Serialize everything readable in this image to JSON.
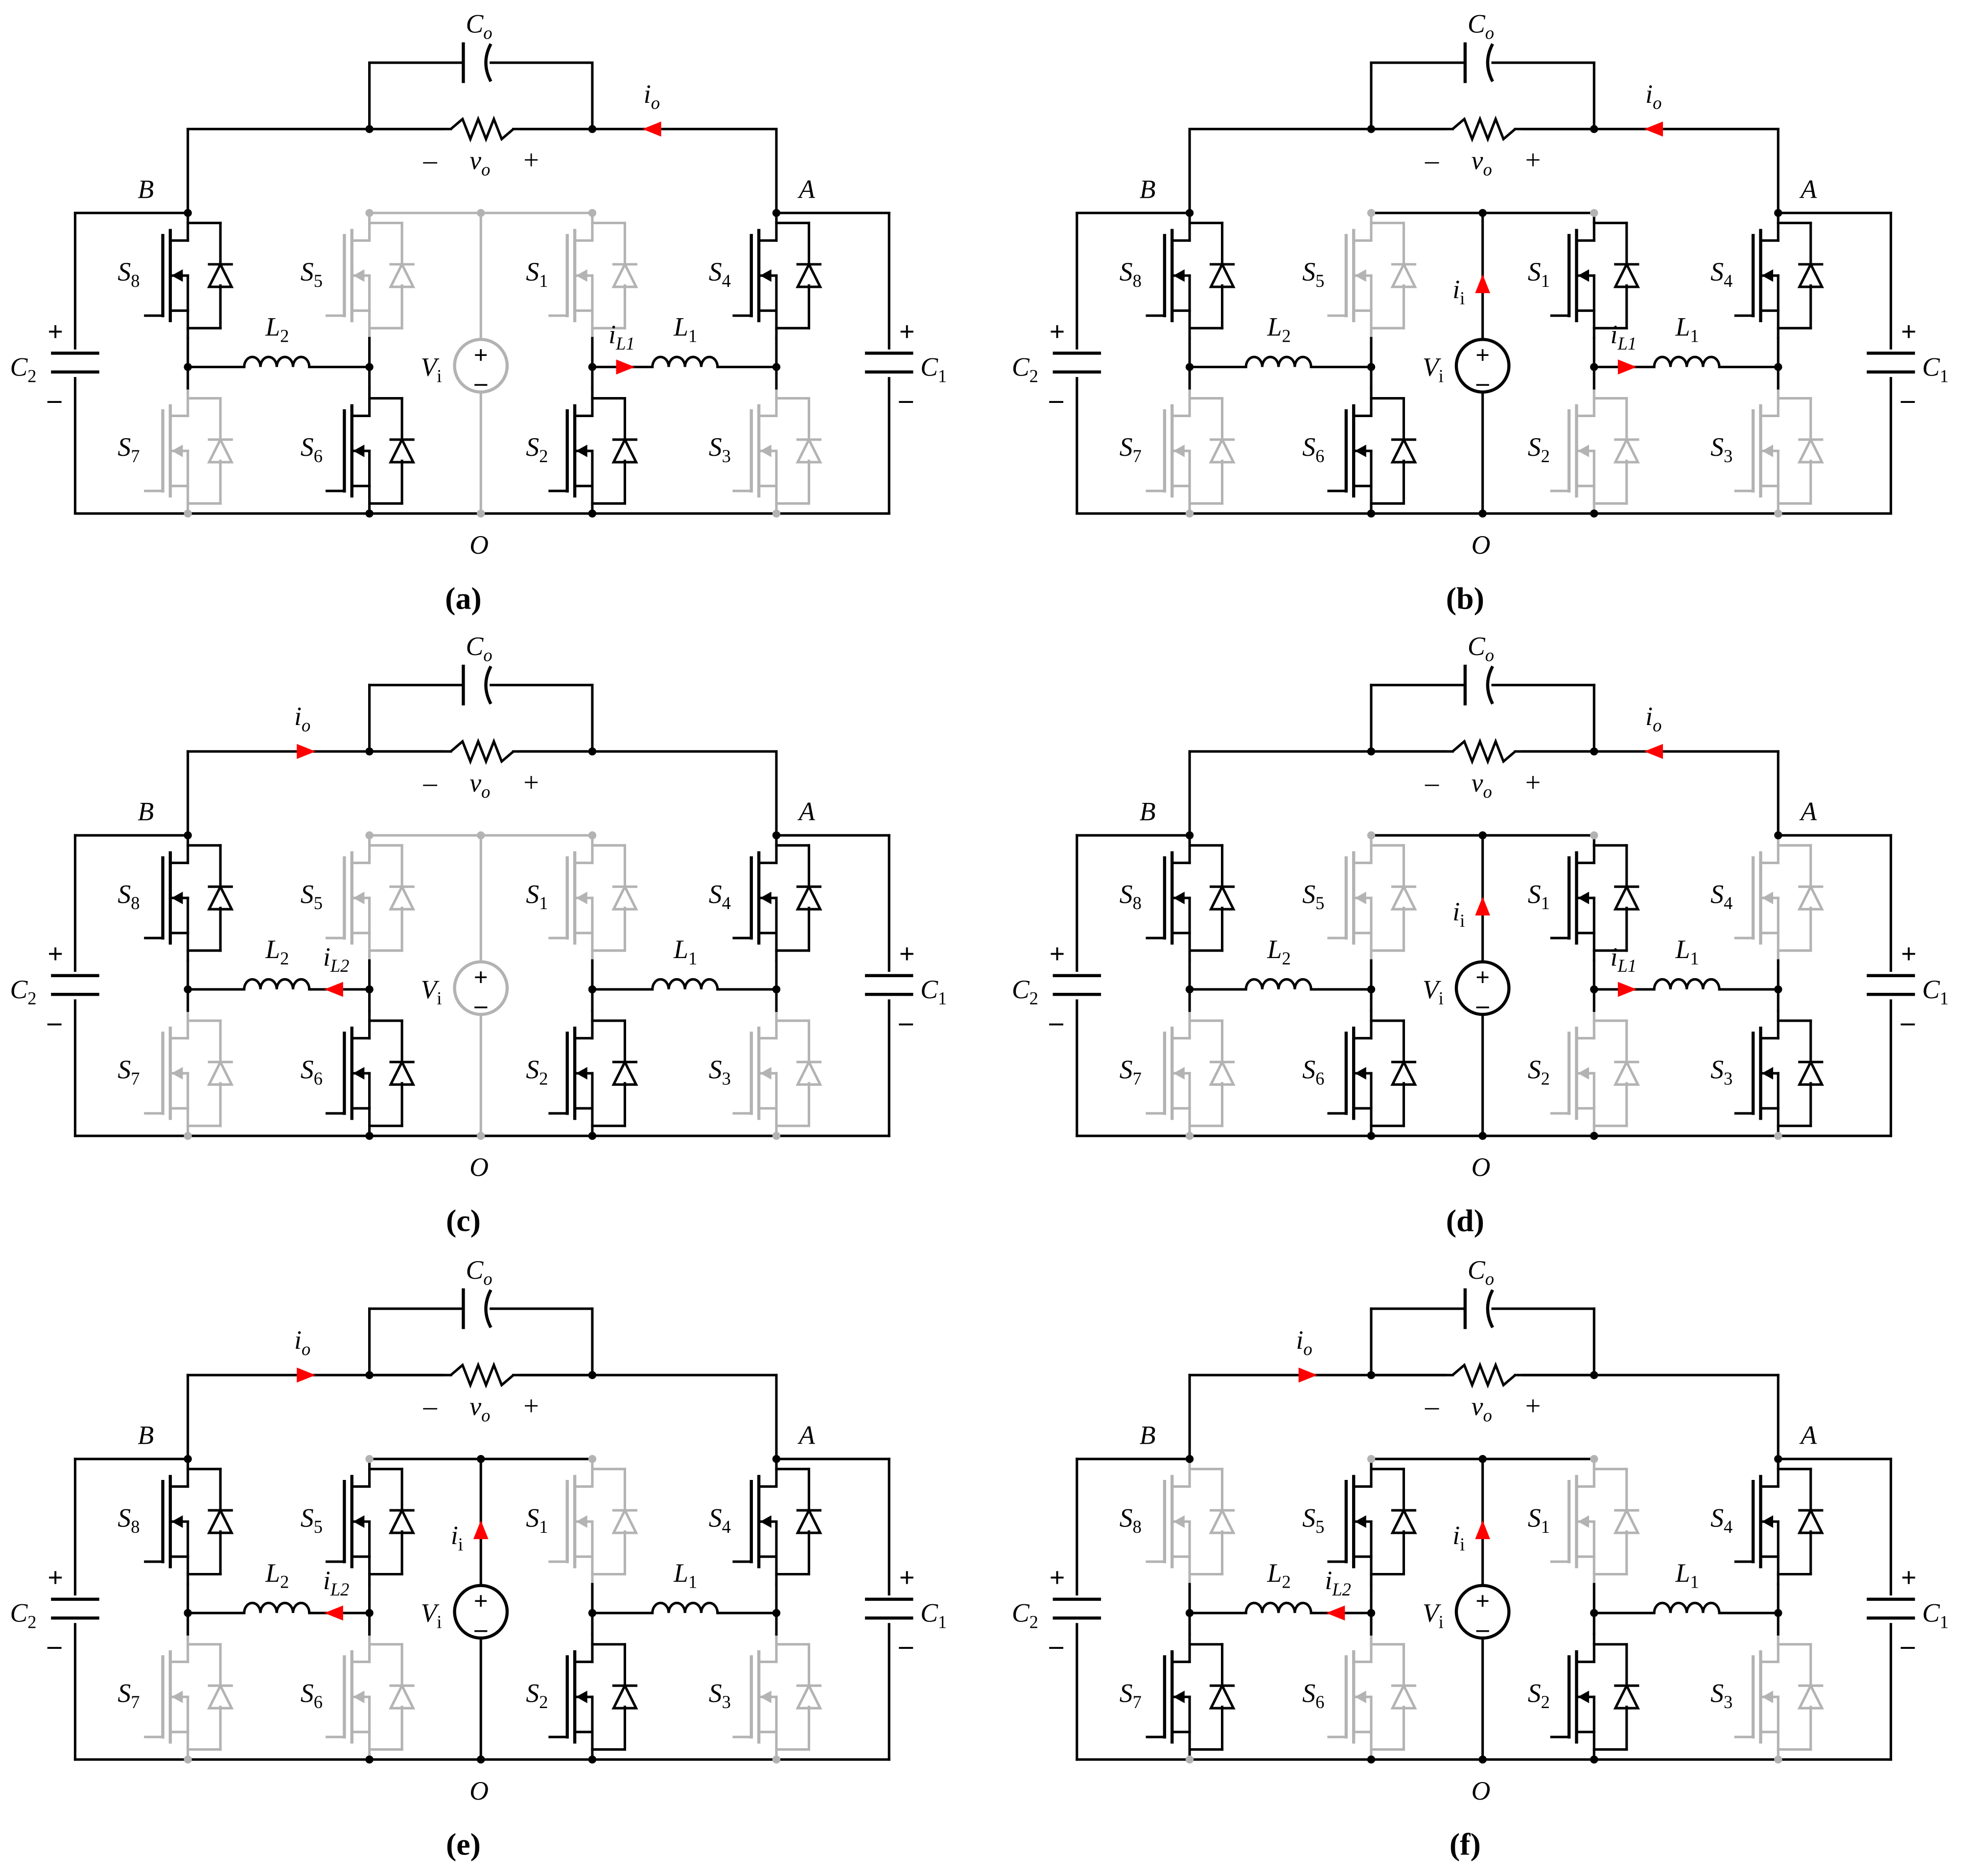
{
  "colors": {
    "on": "#000000",
    "off": "#b3b3b3",
    "current": "#ff0000",
    "background": "#ffffff"
  },
  "labels": {
    "Co": "C",
    "Co_sub": "o",
    "io": "i",
    "io_sub": "o",
    "vo": "v",
    "vo_sub": "o",
    "minus": "–",
    "plus": "+",
    "A": "A",
    "B": "B",
    "O": "O",
    "C1": "C",
    "C1_sub": "1",
    "C2": "C",
    "C2_sub": "2",
    "L1": "L",
    "L1_sub": "1",
    "L2": "L",
    "L2_sub": "2",
    "Vi": "V",
    "Vi_sub": "i",
    "ii": "i",
    "ii_sub": "i",
    "iL1": "i",
    "iL1_sub": "L1",
    "iL2": "i",
    "iL2_sub": "L2",
    "S": "S"
  },
  "panels": [
    {
      "caption": "(a)",
      "on_switches": [
        8,
        6,
        2,
        4
      ],
      "source_active": false,
      "io_direction": "left",
      "show_iL1": true,
      "show_iL2": false
    },
    {
      "caption": "(b)",
      "on_switches": [
        8,
        6,
        1,
        4
      ],
      "source_active": true,
      "io_direction": "left",
      "show_iL1": true,
      "show_iL2": false
    },
    {
      "caption": "(c)",
      "on_switches": [
        8,
        6,
        2,
        4
      ],
      "source_active": false,
      "io_direction": "right",
      "show_iL1": false,
      "show_iL2": true
    },
    {
      "caption": "(d)",
      "on_switches": [
        8,
        6,
        1,
        3
      ],
      "source_active": true,
      "io_direction": "left",
      "show_iL1": true,
      "show_iL2": false
    },
    {
      "caption": "(e)",
      "on_switches": [
        8,
        5,
        2,
        4
      ],
      "source_active": true,
      "io_direction": "right",
      "show_iL1": false,
      "show_iL2": true
    },
    {
      "caption": "(f)",
      "on_switches": [
        7,
        5,
        2,
        4
      ],
      "source_active": true,
      "io_direction": "right",
      "show_iL1": false,
      "show_iL2": true
    }
  ]
}
